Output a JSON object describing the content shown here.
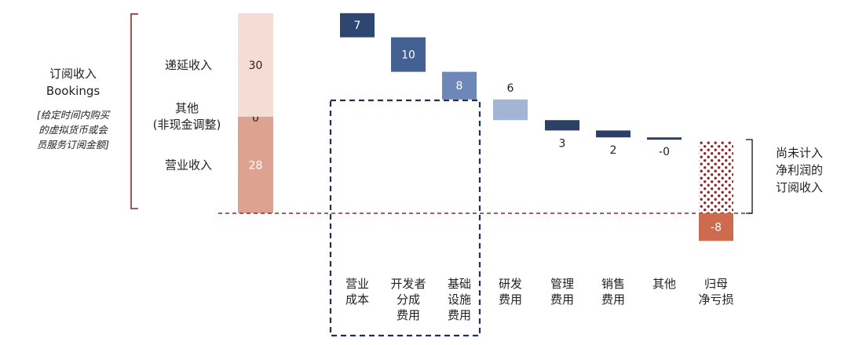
{
  "chart_data": {
    "type": "bar",
    "left_annotation": {
      "title_cn": "订阅收入",
      "title_en": "Bookings",
      "note_lines": [
        "[给定时间内购买",
        "的虚拟货币或会",
        "员服务订阅金额]"
      ]
    },
    "stack_bar": {
      "segments": [
        {
          "name": "营业收入",
          "value": 28,
          "label": "28",
          "color": "#dea290"
        },
        {
          "name_lines": [
            "其他",
            "(非现金调整)"
          ],
          "value": 0,
          "label": "0",
          "color": "#b7b0c8"
        },
        {
          "name": "递延收入",
          "value": 30,
          "label": "30",
          "color": "#f5ddd6"
        }
      ]
    },
    "cost_bars": [
      {
        "category_lines": [
          "营业",
          "成本"
        ],
        "value": 7,
        "label": "7",
        "color": "#2e4770"
      },
      {
        "category_lines": [
          "开发者",
          "分成",
          "费用"
        ],
        "value": 10,
        "label": "10",
        "color": "#445f92"
      },
      {
        "category_lines": [
          "基础",
          "设施",
          "费用"
        ],
        "value": 8,
        "label": "8",
        "color": "#6d87b8"
      },
      {
        "category_lines": [
          "研发",
          "费用"
        ],
        "value": 6,
        "label": "6",
        "color": "#a3b5d4"
      },
      {
        "category_lines": [
          "管理",
          "费用"
        ],
        "value": 3,
        "label": "3",
        "color": "#2c4066"
      },
      {
        "category_lines": [
          "销售",
          "费用"
        ],
        "value": 2,
        "label": "2",
        "color": "#2c4066"
      },
      {
        "category_lines": [
          "其他"
        ],
        "value": 0.4,
        "label": "-0",
        "color": "#2c4066"
      }
    ],
    "net_loss": {
      "category_lines": [
        "归母",
        "净亏损"
      ],
      "value": -8,
      "label": "-8",
      "color": "#cd6b4f"
    },
    "deferred_marker_lines": [
      "尚未计入",
      "净利润的",
      "订阅收入"
    ],
    "colors": {
      "zero_line": "#8b2a2a",
      "highlight_box": "#1f3358",
      "dot_pattern": "#8b2a2a",
      "bracket": "#8b2a2a"
    }
  }
}
